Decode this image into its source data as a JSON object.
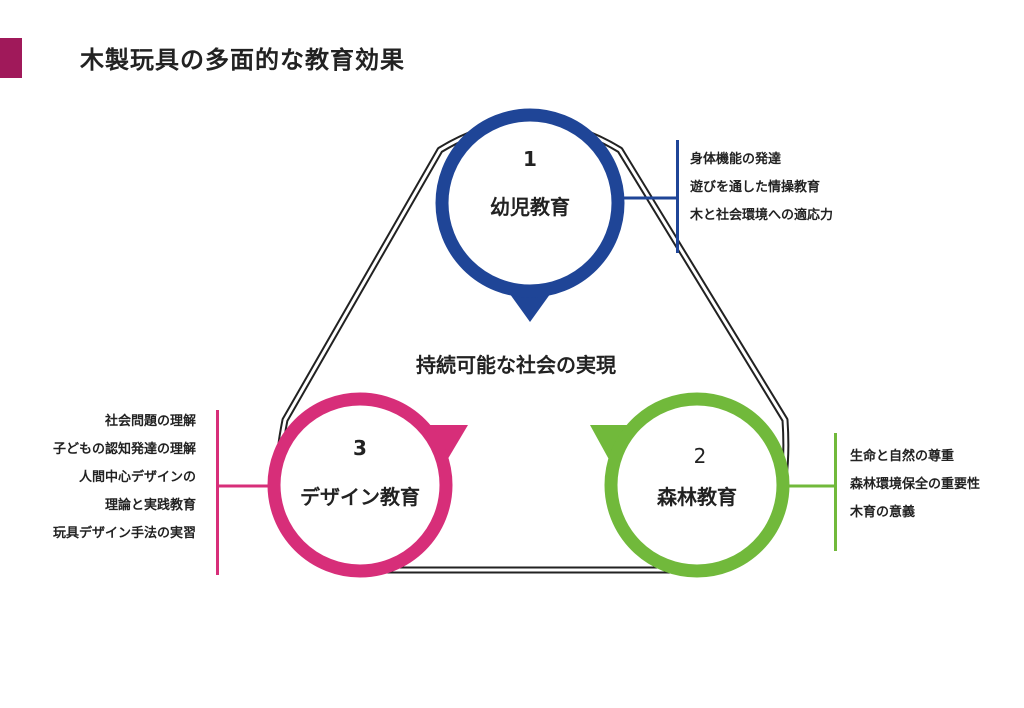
{
  "page": {
    "title": "木製玩具の多面的な教育効果",
    "accent_color": "#a0195a"
  },
  "diagram": {
    "center_label": "持続可能な社会の実現",
    "nodes": [
      {
        "id": "early-childhood",
        "number": "1",
        "label": "幼児教育",
        "color": "#1f4597",
        "features": [
          "身体機能の発達",
          "遊びを通した情操教育",
          "木と社会環境への適応力"
        ]
      },
      {
        "id": "forest",
        "number": "2",
        "label": "森林教育",
        "color": "#71b93b",
        "features": [
          "生命と自然の尊重",
          "森林環境保全の重要性",
          "木育の意義"
        ]
      },
      {
        "id": "design",
        "number": "3",
        "label": "デザイン教育",
        "color": "#d72e79",
        "features": [
          "社会問題の理解",
          "子どもの認知発達の理解",
          "人間中心デザインの",
          "理論と実践教育",
          "玩具デザイン手法の実習"
        ]
      }
    ]
  }
}
